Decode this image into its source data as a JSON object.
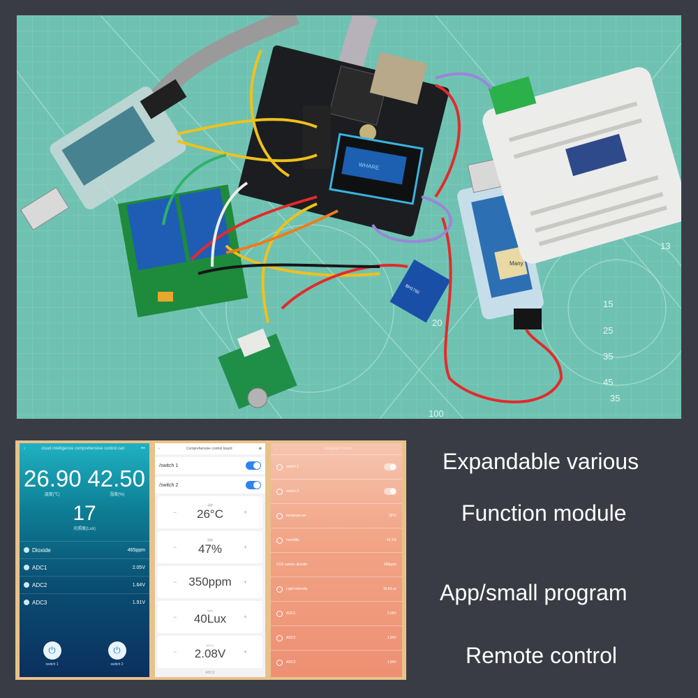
{
  "photo": {
    "oled_text": "WHARE",
    "usb_stick_label": "Many",
    "module_label": "BH1750",
    "mat_numbers": [
      "13",
      "15",
      "25",
      "35",
      "45",
      "35",
      "100",
      "20"
    ]
  },
  "app1": {
    "title": "cloud intelligence comprehensive control can",
    "temperature": "26.90",
    "temperature_label": "温度(℃)",
    "humidity": "42.50",
    "humidity_label": "湿度(%)",
    "light": "17",
    "light_label": "光照度(Lux)",
    "rows": [
      {
        "label": "Dioxide",
        "value": "465ppm"
      },
      {
        "label": "ADC1",
        "value": "2.05V"
      },
      {
        "label": "ADC2",
        "value": "1.64V"
      },
      {
        "label": "ADC3",
        "value": "1.91V"
      }
    ],
    "buttons": [
      {
        "label": "switch 1"
      },
      {
        "label": "switch 2"
      }
    ]
  },
  "app2": {
    "title": "Comprehensive control board",
    "switches": [
      "/switch 1",
      "/switch 2"
    ],
    "cards": [
      {
        "label": "温度",
        "value": "26°C"
      },
      {
        "label": "湿度",
        "value": "47%"
      },
      {
        "label": "",
        "value": "350ppm"
      },
      {
        "label": "light",
        "value": "40Lux"
      },
      {
        "label": "ADC1",
        "value": "2.08V"
      }
    ],
    "footer": "ADC2"
  },
  "app3": {
    "title": "integrated control",
    "rows": [
      {
        "label": "switch 1",
        "value": "",
        "toggle": true
      },
      {
        "label": "switch 2",
        "value": "",
        "toggle": true
      },
      {
        "label": "temperat ure",
        "value": "28°C",
        "toggle": false
      },
      {
        "label": "humidity",
        "value": "43.1%",
        "toggle": false
      },
      {
        "label": "CO2 carbon dioxide",
        "value": "366ppm",
        "toggle": false
      },
      {
        "label": "Light intensity",
        "value": "16.6/Lux",
        "toggle": false
      },
      {
        "label": "ADC1",
        "value": "2.05V",
        "toggle": false
      },
      {
        "label": "ADC2",
        "value": "1.84V",
        "toggle": false
      },
      {
        "label": "ADC3",
        "value": "1.84V",
        "toggle": false
      }
    ]
  },
  "features": {
    "line1": "Expandable various",
    "line2": "Function module",
    "line3": "App/small program",
    "line4": "Remote control"
  }
}
